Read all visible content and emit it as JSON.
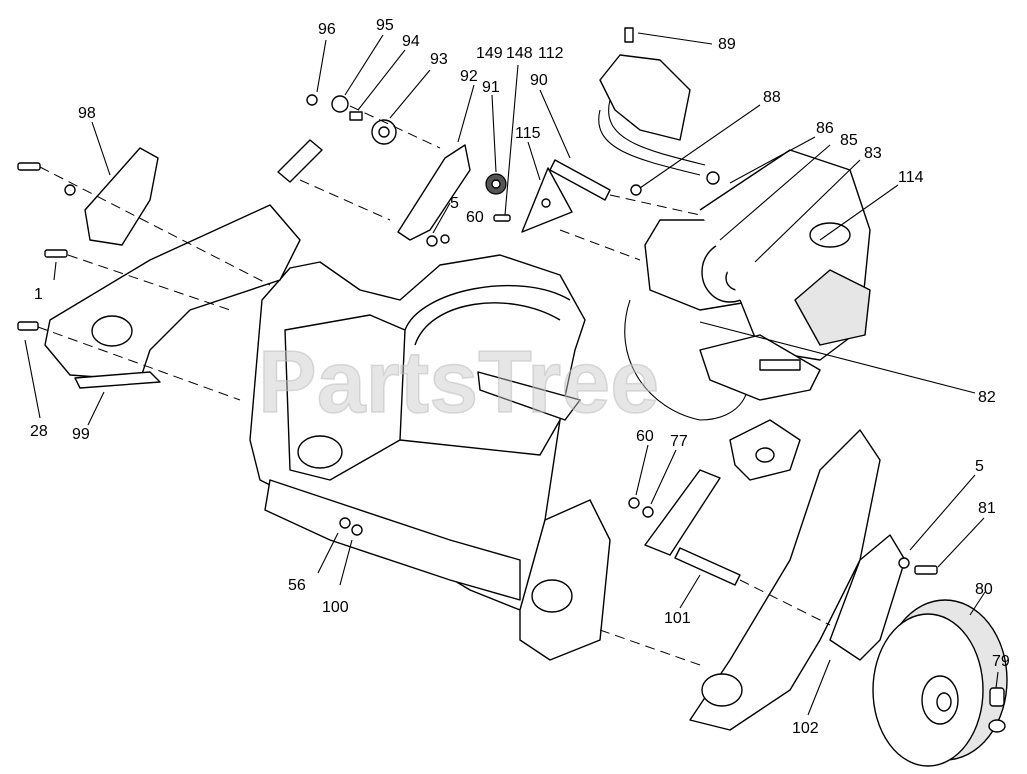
{
  "watermark": "PartsTree",
  "callouts": {
    "p96": "96",
    "p95": "95",
    "p94": "94",
    "p93": "93",
    "p149": "149",
    "p148": "148",
    "p112": "112",
    "p92": "92",
    "p91": "91",
    "p90": "90",
    "p89": "89",
    "p88": "88",
    "p86": "86",
    "p85": "85",
    "p83": "83",
    "p114": "114",
    "p115": "115",
    "p98": "98",
    "p5a": "5",
    "p60a": "60",
    "p1": "1",
    "p28": "28",
    "p99": "99",
    "p82": "82",
    "p60b": "60",
    "p77": "77",
    "p5b": "5",
    "p81": "81",
    "p80": "80",
    "p79": "79",
    "p56": "56",
    "p100": "100",
    "p101": "101",
    "p102": "102"
  }
}
